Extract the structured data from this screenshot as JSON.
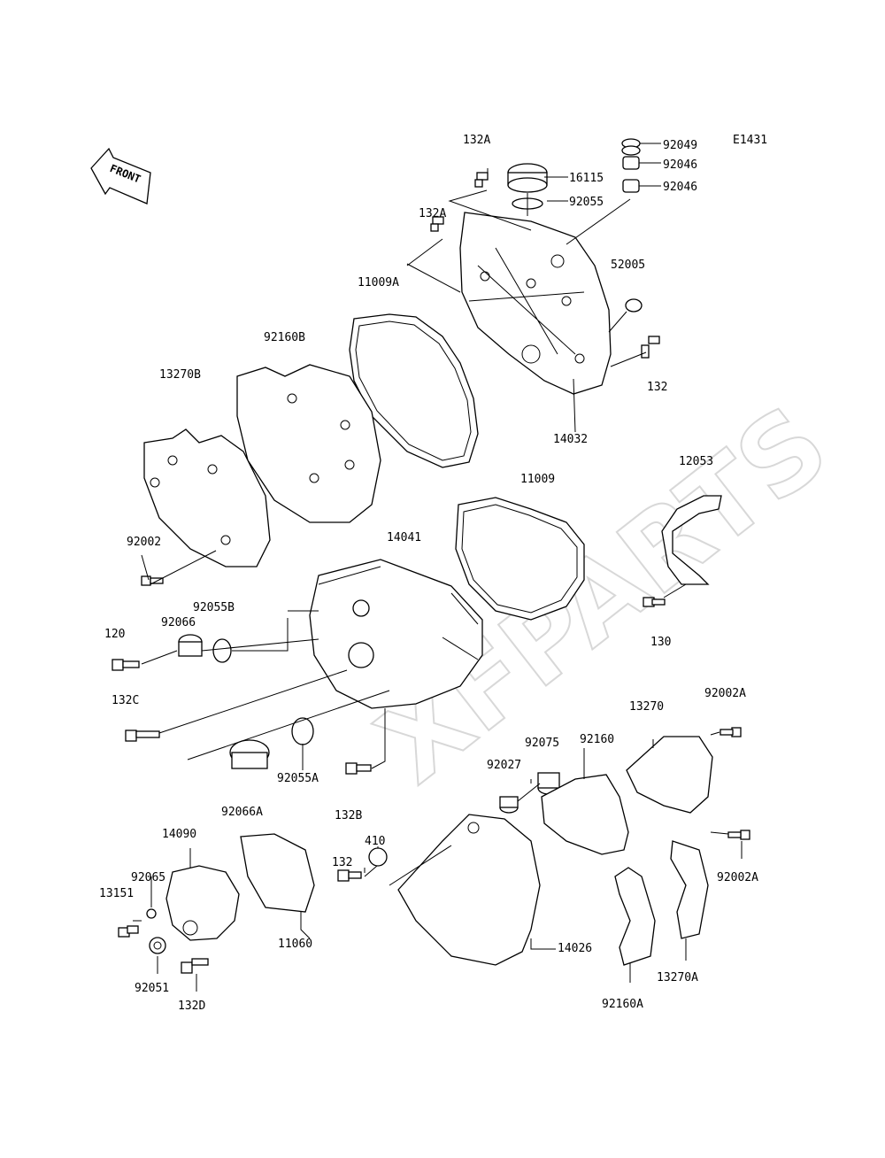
{
  "diagram_code": "E1431",
  "front_label": "FRONT",
  "watermark": "XFPARTS",
  "parts": {
    "p132A_top": "132A",
    "p16115": "16115",
    "p92055": "92055",
    "p92049": "92049",
    "p92046_a": "92046",
    "p92046_b": "92046",
    "p132A_mid": "132A",
    "p52005": "52005",
    "p11009A": "11009A",
    "p92160B": "92160B",
    "p132": "132",
    "p13270B": "13270B",
    "p14032": "14032",
    "p12053": "12053",
    "p11009": "11009",
    "p92002": "92002",
    "p14041": "14041",
    "p130": "130",
    "p92055B": "92055B",
    "p120": "120",
    "p92066": "92066",
    "p132C": "132C",
    "p92002A_top": "92002A",
    "p13270": "13270",
    "p92075": "92075",
    "p92160": "92160",
    "p92027": "92027",
    "p92055A": "92055A",
    "p132B": "132B",
    "p92066A": "92066A",
    "p14090": "14090",
    "p410": "410",
    "p132_low": "132",
    "p92065": "92065",
    "p13151": "13151",
    "p11060": "11060",
    "p92002A_low": "92002A",
    "p14026": "14026",
    "p92051": "92051",
    "p132D": "132D",
    "p13270A": "13270A",
    "p92160A": "92160A"
  }
}
